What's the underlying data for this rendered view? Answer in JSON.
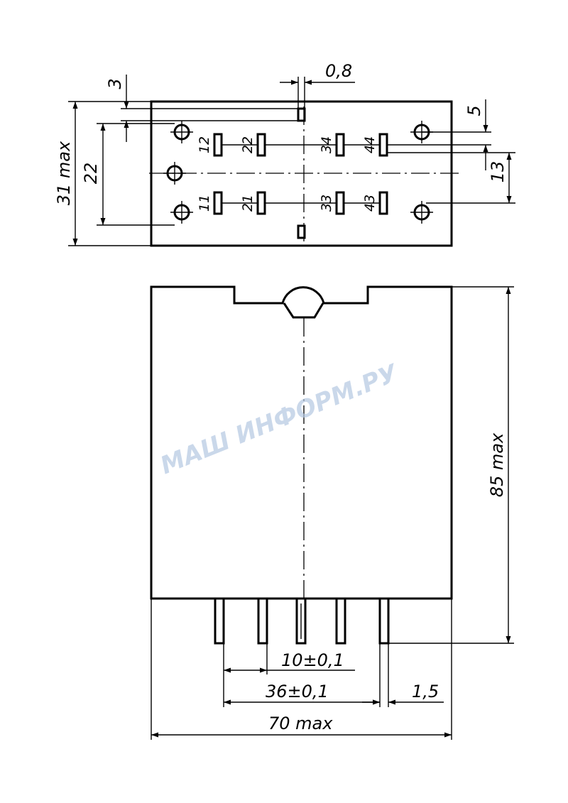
{
  "top_view": {
    "dims": {
      "d_3": "3",
      "d_0_8": "0,8",
      "d_5": "5",
      "d_13": "13",
      "d_31max": "31 max",
      "d_22": "22"
    },
    "pins_upper": [
      "12",
      "22",
      "34",
      "44"
    ],
    "pins_lower": [
      "11",
      "21",
      "33",
      "43"
    ]
  },
  "side_view": {
    "dims": {
      "d_85max": "85 max",
      "d_10": "10±0,1",
      "d_36": "36±0,1",
      "d_1_5": "1,5",
      "d_70max": "70 max"
    }
  },
  "watermark": "МАШ ИНФОРМ.РУ",
  "colors": {
    "line": "#000000",
    "watermark": "#b4c8e2"
  }
}
